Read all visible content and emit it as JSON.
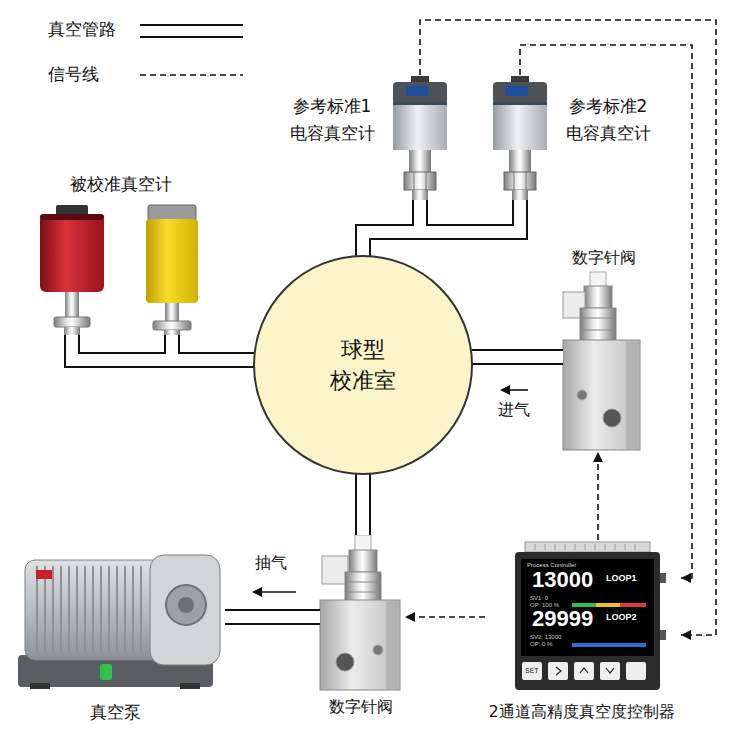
{
  "diagram": {
    "nodes": [
      {
        "text": [
          "参考标准1 电容真空计"
        ]
      },
      {
        "text": [
          "参考标准2 电容真空计"
        ]
      },
      {
        "text": [
          "被校准真空计"
        ]
      },
      {
        "text": [
          "球型 校准室"
        ]
      },
      {
        "text": [
          "数字针阀"
        ]
      },
      {
        "text": [
          "真空泵"
        ]
      },
      {
        "text": [
          "数字针阀"
        ]
      },
      {
        "text": [
          "2通道高精度真空度控制器"
        ]
      }
    ],
    "edges": [
      {
        "from": 0,
        "to": 3,
        "arrow": "none"
      },
      {
        "from": 1,
        "to": 3,
        "arrow": "none"
      },
      {
        "from": 2,
        "to": 3,
        "arrow": "none"
      },
      {
        "from": 3,
        "to": 4,
        "arrow": "none"
      },
      {
        "from": 3,
        "to": 6,
        "arrow": "none"
      },
      {
        "from": 6,
        "to": 5,
        "arrow": "none"
      },
      {
        "from": 0,
        "to": 7,
        "arrow": "to"
      },
      {
        "from": 1,
        "to": 7,
        "arrow": "to"
      },
      {
        "from": 7,
        "to": 4,
        "arrow": "to"
      },
      {
        "from": 7,
        "to": 6,
        "arrow": "to"
      }
    ],
    "labels": [
      "进气",
      "抽气",
      "Process Controller",
      "13000",
      "LOOP1",
      "SV1: 0",
      "OP: 100 %",
      "29999",
      "LOOP2",
      "SV2: 13000",
      "OP: 0 %",
      "SET"
    ],
    "legend": [
      {
        "text": "真空管路"
      },
      {
        "text": "信号线"
      }
    ]
  }
}
